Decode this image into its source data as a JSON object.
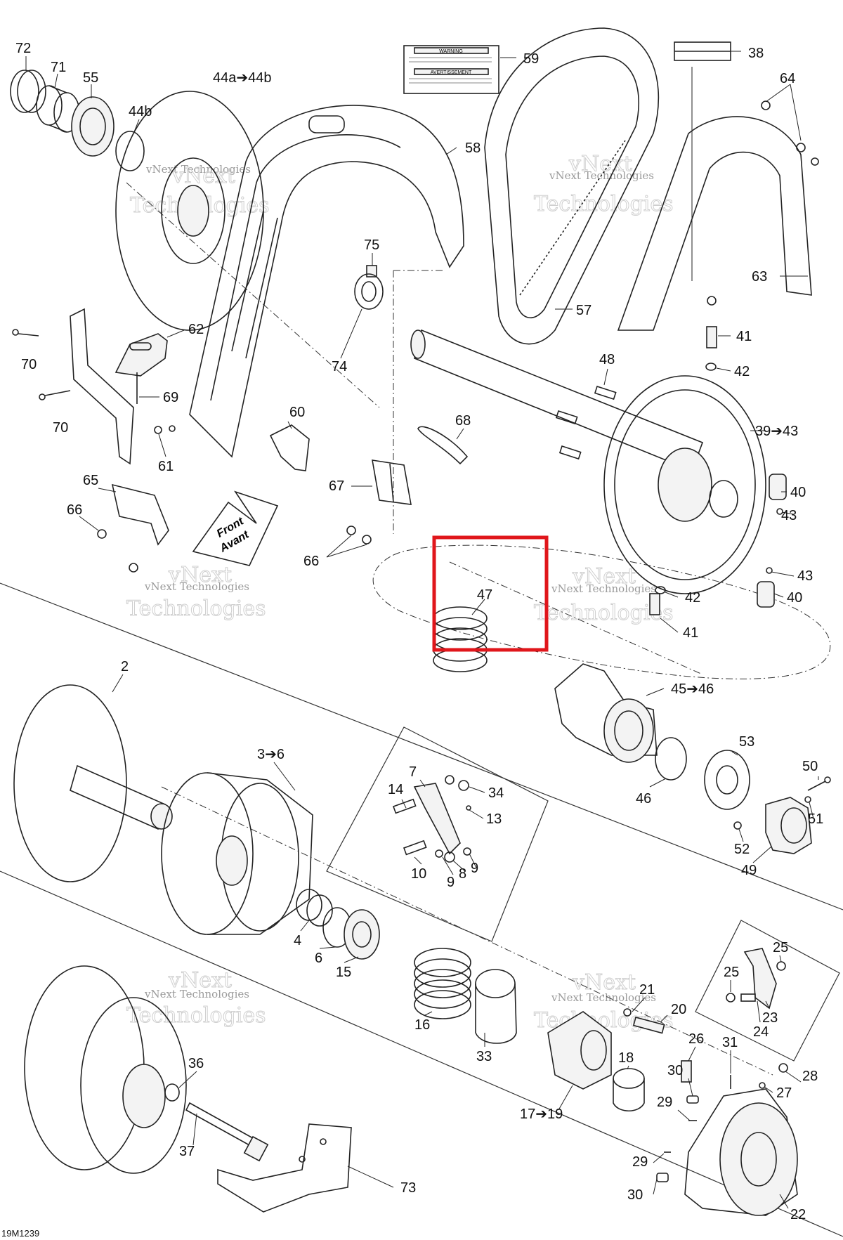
{
  "drawing_code": "19M1239",
  "watermark": {
    "line1": "vNext",
    "line2": "Technologies",
    "small": "vNext Technologies"
  },
  "front_arrow": {
    "line1": "Front",
    "line2": "Avant"
  },
  "decal": {
    "heading1": "WARNING",
    "heading2": "AVERTISSEMENT"
  },
  "highlight": {
    "label": "47",
    "color": "#e0161b"
  },
  "labels": [
    {
      "id": "72",
      "text": "72"
    },
    {
      "id": "71",
      "text": "71"
    },
    {
      "id": "55",
      "text": "55"
    },
    {
      "id": "44a",
      "text": "44a➔44b"
    },
    {
      "id": "44b",
      "text": "44b"
    },
    {
      "id": "59",
      "text": "59"
    },
    {
      "id": "38",
      "text": "38"
    },
    {
      "id": "64",
      "text": "64"
    },
    {
      "id": "58",
      "text": "58"
    },
    {
      "id": "62",
      "text": "62"
    },
    {
      "id": "75",
      "text": "75"
    },
    {
      "id": "70a",
      "text": "70"
    },
    {
      "id": "74",
      "text": "74"
    },
    {
      "id": "57",
      "text": "57"
    },
    {
      "id": "63",
      "text": "63"
    },
    {
      "id": "41a",
      "text": "41"
    },
    {
      "id": "42a",
      "text": "42"
    },
    {
      "id": "48",
      "text": "48"
    },
    {
      "id": "69",
      "text": "69"
    },
    {
      "id": "70b",
      "text": "70"
    },
    {
      "id": "60",
      "text": "60"
    },
    {
      "id": "68",
      "text": "68"
    },
    {
      "id": "39",
      "text": "39➔43"
    },
    {
      "id": "61",
      "text": "61"
    },
    {
      "id": "65",
      "text": "65"
    },
    {
      "id": "67",
      "text": "67"
    },
    {
      "id": "40a",
      "text": "40"
    },
    {
      "id": "66a",
      "text": "66"
    },
    {
      "id": "43a",
      "text": "43"
    },
    {
      "id": "66b",
      "text": "66"
    },
    {
      "id": "43b",
      "text": "43"
    },
    {
      "id": "42b",
      "text": "42"
    },
    {
      "id": "40b",
      "text": "40"
    },
    {
      "id": "41b",
      "text": "41"
    },
    {
      "id": "2",
      "text": "2"
    },
    {
      "id": "45",
      "text": "45➔46"
    },
    {
      "id": "3",
      "text": "3➔6"
    },
    {
      "id": "7",
      "text": "7"
    },
    {
      "id": "14",
      "text": "14"
    },
    {
      "id": "34",
      "text": "34"
    },
    {
      "id": "53",
      "text": "53"
    },
    {
      "id": "50",
      "text": "50"
    },
    {
      "id": "13",
      "text": "13"
    },
    {
      "id": "46",
      "text": "46"
    },
    {
      "id": "51",
      "text": "51"
    },
    {
      "id": "10",
      "text": "10"
    },
    {
      "id": "9a",
      "text": "9"
    },
    {
      "id": "8",
      "text": "8"
    },
    {
      "id": "9b",
      "text": "9"
    },
    {
      "id": "52",
      "text": "52"
    },
    {
      "id": "49",
      "text": "49"
    },
    {
      "id": "4",
      "text": "4"
    },
    {
      "id": "6",
      "text": "6"
    },
    {
      "id": "15",
      "text": "15"
    },
    {
      "id": "25a",
      "text": "25"
    },
    {
      "id": "25b",
      "text": "25"
    },
    {
      "id": "16",
      "text": "16"
    },
    {
      "id": "21",
      "text": "21"
    },
    {
      "id": "20",
      "text": "20"
    },
    {
      "id": "23",
      "text": "23"
    },
    {
      "id": "24",
      "text": "24"
    },
    {
      "id": "26",
      "text": "26"
    },
    {
      "id": "31",
      "text": "31"
    },
    {
      "id": "36",
      "text": "36"
    },
    {
      "id": "33",
      "text": "33"
    },
    {
      "id": "18",
      "text": "18"
    },
    {
      "id": "30a",
      "text": "30"
    },
    {
      "id": "28",
      "text": "28"
    },
    {
      "id": "27",
      "text": "27"
    },
    {
      "id": "17",
      "text": "17➔19"
    },
    {
      "id": "29a",
      "text": "29"
    },
    {
      "id": "37",
      "text": "37"
    },
    {
      "id": "29b",
      "text": "29"
    },
    {
      "id": "73",
      "text": "73"
    },
    {
      "id": "30b",
      "text": "30"
    },
    {
      "id": "22",
      "text": "22"
    }
  ]
}
